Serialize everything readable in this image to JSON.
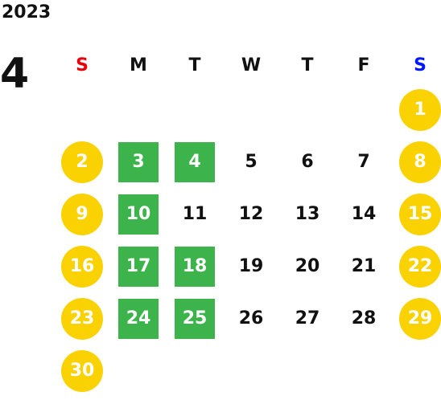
{
  "year": "2023",
  "month": "4",
  "weekday_headers": [
    {
      "label": "S",
      "color": "#e8000b"
    },
    {
      "label": "M",
      "color": "#111111"
    },
    {
      "label": "T",
      "color": "#111111"
    },
    {
      "label": "W",
      "color": "#111111"
    },
    {
      "label": "T",
      "color": "#111111"
    },
    {
      "label": "F",
      "color": "#111111"
    },
    {
      "label": "S",
      "color": "#0017ff"
    }
  ],
  "colors": {
    "weekend_circle": "#fad201",
    "highlight_square": "#3cb44b"
  },
  "weeks": [
    [
      null,
      null,
      null,
      null,
      null,
      null,
      {
        "day": "1",
        "style": "weekend"
      }
    ],
    [
      {
        "day": "2",
        "style": "weekend"
      },
      {
        "day": "3",
        "style": "highlight"
      },
      {
        "day": "4",
        "style": "highlight"
      },
      {
        "day": "5",
        "style": "plain"
      },
      {
        "day": "6",
        "style": "plain"
      },
      {
        "day": "7",
        "style": "plain"
      },
      {
        "day": "8",
        "style": "weekend"
      }
    ],
    [
      {
        "day": "9",
        "style": "weekend"
      },
      {
        "day": "10",
        "style": "highlight"
      },
      {
        "day": "11",
        "style": "plain"
      },
      {
        "day": "12",
        "style": "plain"
      },
      {
        "day": "13",
        "style": "plain"
      },
      {
        "day": "14",
        "style": "plain"
      },
      {
        "day": "15",
        "style": "weekend"
      }
    ],
    [
      {
        "day": "16",
        "style": "weekend"
      },
      {
        "day": "17",
        "style": "highlight"
      },
      {
        "day": "18",
        "style": "highlight"
      },
      {
        "day": "19",
        "style": "plain"
      },
      {
        "day": "20",
        "style": "plain"
      },
      {
        "day": "21",
        "style": "plain"
      },
      {
        "day": "22",
        "style": "weekend"
      }
    ],
    [
      {
        "day": "23",
        "style": "weekend"
      },
      {
        "day": "24",
        "style": "highlight"
      },
      {
        "day": "25",
        "style": "highlight"
      },
      {
        "day": "26",
        "style": "plain"
      },
      {
        "day": "27",
        "style": "plain"
      },
      {
        "day": "28",
        "style": "plain"
      },
      {
        "day": "29",
        "style": "weekend"
      }
    ],
    [
      {
        "day": "30",
        "style": "weekend"
      },
      null,
      null,
      null,
      null,
      null,
      null
    ]
  ]
}
